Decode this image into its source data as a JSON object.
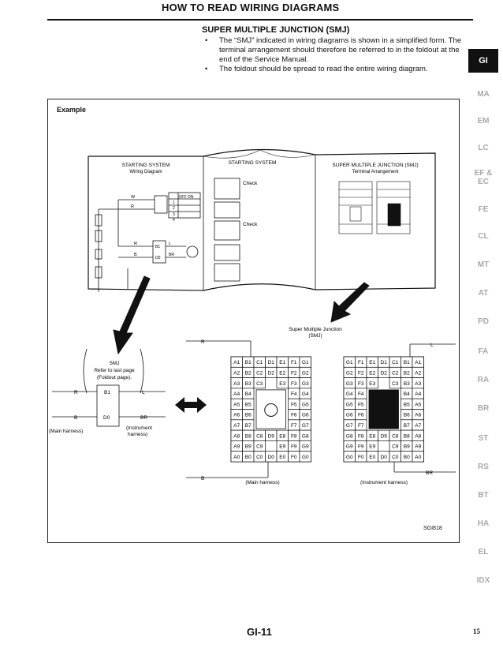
{
  "header": {
    "title": "HOW TO READ WIRING DIAGRAMS"
  },
  "section": {
    "title": "SUPER MULTIPLE JUNCTION (SMJ)",
    "bullets": [
      "The “SMJ” indicated in wiring diagrams is shown in a simplified form. The terminal arrangement should therefore be referred to in the foldout at the end of the Service Manual.",
      "The foldout should be spread to read the entire wiring diagram."
    ]
  },
  "side_tabs": [
    {
      "label": "GI",
      "active": true
    },
    {
      "label": "MA"
    },
    {
      "label": "EM"
    },
    {
      "label": "LC"
    },
    {
      "label": "EF & EC"
    },
    {
      "label": "FE"
    },
    {
      "label": "CL"
    },
    {
      "label": "MT"
    },
    {
      "label": "AT"
    },
    {
      "label": "PD"
    },
    {
      "label": "FA"
    },
    {
      "label": "RA"
    },
    {
      "label": "BR"
    },
    {
      "label": "ST"
    },
    {
      "label": "RS"
    },
    {
      "label": "BT"
    },
    {
      "label": "HA"
    },
    {
      "label": "EL"
    },
    {
      "label": "IDX"
    }
  ],
  "figure": {
    "example_label": "Example",
    "book": {
      "left_title": "STARTING SYSTEM",
      "left_subtitle": "Wiring Diagram",
      "middle_title": "STARTING SYSTEM",
      "check_1": "Check",
      "check_2": "Check",
      "right_title": "SUPER MULTIPLE JUNCTION (SMJ)",
      "right_subtitle": "Terminal Arrangement",
      "switch_header": "OFF ON",
      "switch_rows": [
        "1",
        "2",
        "3",
        "4"
      ],
      "wire_w": "W",
      "wire_r": "R",
      "wire_b": "B",
      "b1": "B1",
      "d0": "D0",
      "l": "L",
      "br": "BR"
    },
    "smj_block": {
      "title": "SMJ",
      "line2": "Refer to last page",
      "line3": "(Foldout page).",
      "r": "R",
      "b1": "B1",
      "l": "L",
      "b": "B",
      "d0": "D0",
      "br": "BR",
      "main_harness": "(Main harness)",
      "instrument_harness_1": "(Instrument",
      "instrument_harness_2": "harness)"
    },
    "smj_callout_1": "Super Multiple Junction",
    "smj_callout_2": "(SMJ)",
    "wire_r": "R",
    "wire_b": "B",
    "wire_l": "L",
    "wire_br": "BR",
    "main_connector": {
      "rows": [
        [
          "A1",
          "B1",
          "C1",
          "D1",
          "E1",
          "F1",
          "G1"
        ],
        [
          "A2",
          "B2",
          "C2",
          "D2",
          "E2",
          "F2",
          "G2"
        ],
        [
          "A3",
          "B3",
          "C3",
          "",
          "E3",
          "F3",
          "G3"
        ],
        [
          "A4",
          "B4",
          "",
          "",
          "",
          "F4",
          "G4"
        ],
        [
          "A5",
          "B5",
          "",
          "",
          "",
          "F5",
          "G5"
        ],
        [
          "A6",
          "B6",
          "",
          "",
          "",
          "F6",
          "G6"
        ],
        [
          "A7",
          "B7",
          "",
          "",
          "",
          "F7",
          "G7"
        ],
        [
          "A8",
          "B8",
          "C8",
          "D9",
          "E8",
          "F8",
          "G8"
        ],
        [
          "A9",
          "B9",
          "C9",
          "",
          "E9",
          "F9",
          "G9"
        ],
        [
          "A0",
          "B0",
          "C0",
          "D0",
          "E0",
          "F0",
          "G0"
        ]
      ],
      "label": "(Main harness)"
    },
    "inst_connector": {
      "rows": [
        [
          "G1",
          "F1",
          "E1",
          "D1",
          "C1",
          "B1",
          "A1"
        ],
        [
          "G2",
          "F2",
          "E2",
          "D2",
          "C2",
          "B2",
          "A2"
        ],
        [
          "G3",
          "F3",
          "E3",
          "",
          "C3",
          "B3",
          "A3"
        ],
        [
          "G4",
          "F4",
          "",
          "",
          "",
          "B4",
          "A4"
        ],
        [
          "G5",
          "F5",
          "",
          "",
          "",
          "B5",
          "A5"
        ],
        [
          "G6",
          "F6",
          "",
          "",
          "",
          "B6",
          "A6"
        ],
        [
          "G7",
          "F7",
          "",
          "",
          "",
          "B7",
          "A7"
        ],
        [
          "G8",
          "F8",
          "E8",
          "D9",
          "C8",
          "B8",
          "A8"
        ],
        [
          "G9",
          "F9",
          "E9",
          "",
          "C9",
          "B9",
          "A9"
        ],
        [
          "G0",
          "F0",
          "E0",
          "D0",
          "C0",
          "B0",
          "A0"
        ]
      ],
      "label": "(Instrument harness)"
    },
    "code": "SGI818"
  },
  "footer": {
    "page": "GI-11",
    "number": "15"
  }
}
